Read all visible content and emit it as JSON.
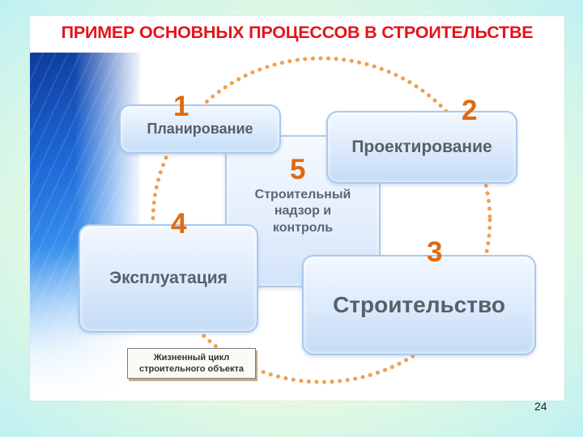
{
  "title": "ПРИМЕР ОСНОВНЫХ ПРОЦЕССОВ В СТРОИТЕЛЬСТВЕ",
  "processes": [
    {
      "number": "1",
      "label": "Планирование"
    },
    {
      "number": "2",
      "label": "Проектирование"
    },
    {
      "number": "3",
      "label": "Строительство"
    },
    {
      "number": "4",
      "label": "Эксплуатация"
    },
    {
      "number": "5",
      "label": "Строительный надзор и контроль"
    }
  ],
  "cycle_caption": "Жизненный цикл строительного объекта",
  "page_number": "24",
  "colors": {
    "title": "#e4141b",
    "numbers": "#e06a10",
    "dotted_circle": "#f0a050",
    "box_fill": "#dbe9fb",
    "box_border": "#a9c9ee",
    "box_text": "#55606c"
  }
}
